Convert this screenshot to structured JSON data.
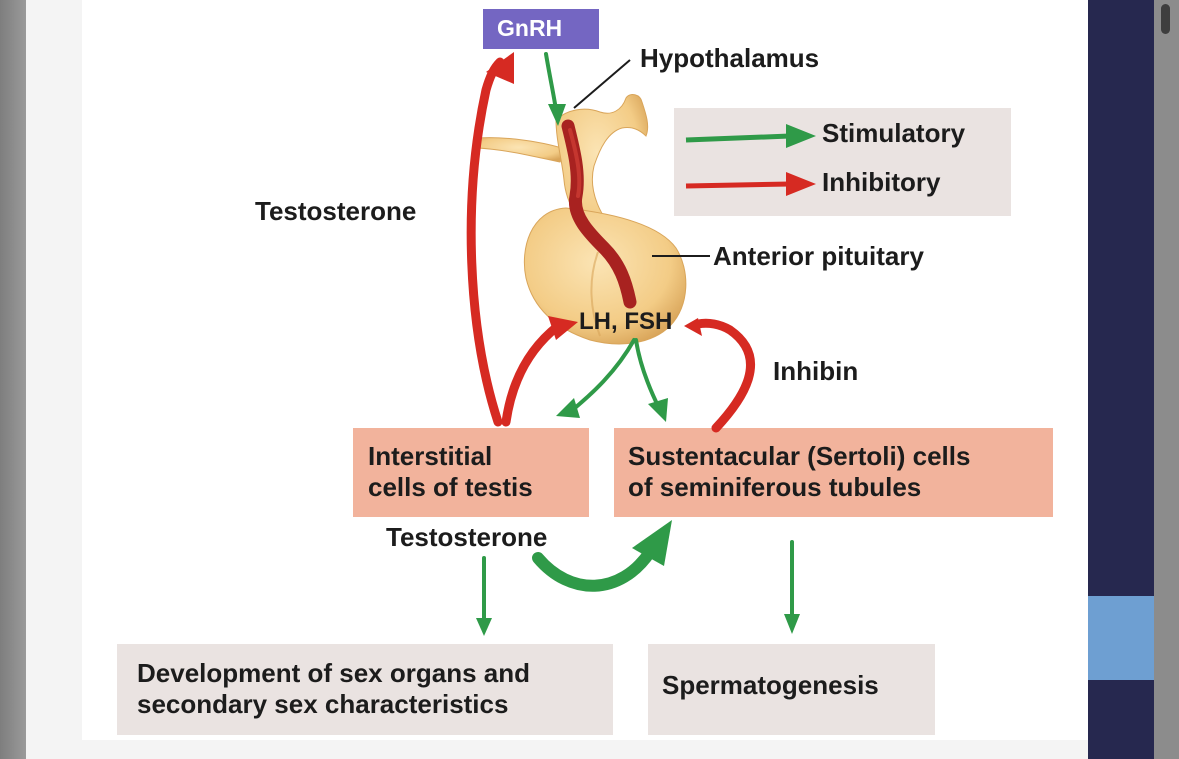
{
  "diagram": {
    "gnrh": "GnRH",
    "hypothalamus": "Hypothalamus",
    "anterior_pituitary": "Anterior pituitary",
    "lh_fsh": "LH, FSH",
    "testosterone_top": "Testosterone",
    "testosterone_bottom": "Testosterone",
    "inhibin": "Inhibin",
    "legend": {
      "stimulatory": "Stimulatory",
      "inhibitory": "Inhibitory"
    },
    "interstitial": {
      "line1": "Interstitial",
      "line2": "cells of testis"
    },
    "sertoli": {
      "line1": "Sustentacular (Sertoli) cells",
      "line2": "of seminiferous tubules"
    },
    "development": {
      "line1": "Development of sex organs and",
      "line2": "secondary sex characteristics"
    },
    "spermatogenesis": "Spermatogenesis"
  },
  "colors": {
    "stimulatory": "#2f9a48",
    "inhibitory": "#d62a22",
    "gnrh_box": "#7466c2",
    "cell_box": "#f2b39c",
    "outcome_box": "#eae3e1",
    "gland": "#f3cc86",
    "vessel": "#a82220",
    "navy": "#26284f",
    "blue_stripe": "#6e9fd2"
  }
}
